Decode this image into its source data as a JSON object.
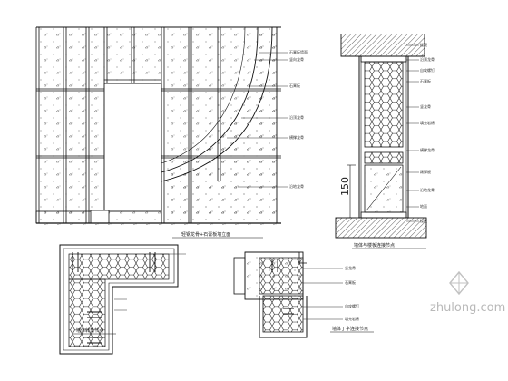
{
  "captions": {
    "main_elevation": "轻钢龙骨+石膏板墙立面",
    "section_detail": "墙体与楼板连接节点",
    "corner_detail": "墙体转角节点",
    "tee_detail": "墙体丁字连接节点"
  },
  "dimension_150": "150",
  "leaders_main": [
    "石膏板墙面",
    "竖向龙骨",
    "石膏板",
    "沿顶龙骨",
    "横撑龙骨",
    "沿地龙骨"
  ],
  "leaders_section": [
    "楼板",
    "沿顶龙骨",
    "自攻螺钉",
    "石膏板",
    "竖龙骨",
    "填充岩棉",
    "横撑龙骨",
    "踢脚板",
    "沿地龙骨",
    "地面",
    "楼板"
  ],
  "leaders_tee": [
    "竖龙骨",
    "石膏板",
    "自攻螺钉",
    "填充岩棉"
  ],
  "watermark": "zhulong.com"
}
